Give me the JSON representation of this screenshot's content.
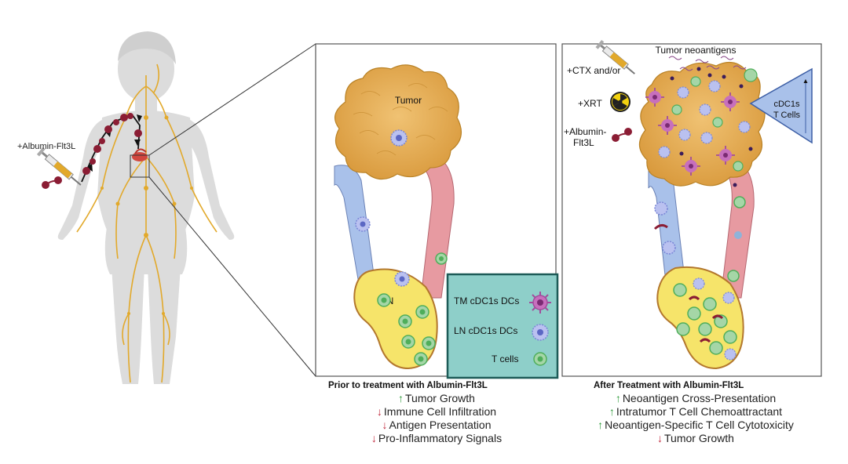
{
  "left": {
    "agent_label": "+Albumin-Flt3L"
  },
  "prior_panel": {
    "tumor_label": "Tumor",
    "ln_label": "LN",
    "legend": {
      "tm_label": "TM cDC1s  DCs",
      "ln_label": "LN cDC1s  DCs",
      "tcell_label": "T cells"
    },
    "caption": "Prior to treatment  with Albumin-Flt3L",
    "effects": [
      {
        "dir": "up",
        "text": "Tumor Growth"
      },
      {
        "dir": "down",
        "text": "Immune Cell Infiltration"
      },
      {
        "dir": "down",
        "text": "Antigen Presentation"
      },
      {
        "dir": "down",
        "text": "Pro-Inflammatory Signals"
      }
    ]
  },
  "after_panel": {
    "neoantigen_label": "Tumor neoantigens",
    "ctx_label": "+CTX and/or",
    "xrt_label": "+XRT",
    "albumin_label_1": "+Albumin-",
    "albumin_label_2": "Flt3L",
    "triangle_label_1": "cDC1s",
    "triangle_label_2": "T Cells",
    "caption": "After Treatment  with Albumin-Flt3L",
    "effects": [
      {
        "dir": "up",
        "text": "Neoantigen Cross-Presentation"
      },
      {
        "dir": "up",
        "text": "Intratumor T Cell Chemoattractant"
      },
      {
        "dir": "up",
        "text": "Neoantigen-Specific T Cell Cytotoxicity"
      },
      {
        "dir": "down",
        "text": "Tumor Growth"
      }
    ]
  },
  "colors": {
    "tumor": "#e9b25a",
    "tumor_edge": "#b98226",
    "lymph_vessel": "#a9c1ea",
    "blood_vessel": "#e79aa1",
    "ln_fill": "#f6e46a",
    "legend_bg": "#8ecfc9",
    "legend_border": "#1d5b57",
    "tcell": "#4fae5a",
    "dc_tm": "#a24c9c",
    "dc_ln": "#7a86d6",
    "arrow_up": "#2e9a3a",
    "arrow_down": "#c0283c"
  }
}
